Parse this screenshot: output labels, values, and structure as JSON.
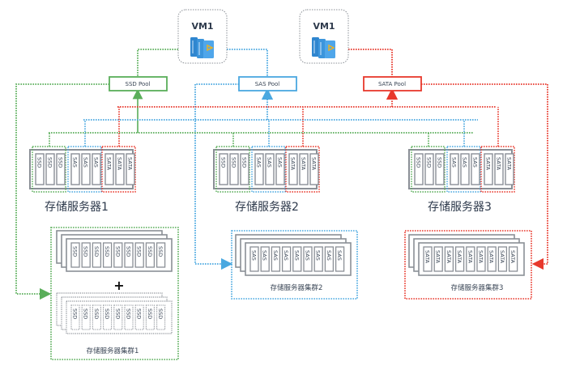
{
  "colors": {
    "ssd": "#5aae5a",
    "sas": "#4aa8e0",
    "sata": "#e8382c",
    "chassis": "#8a8f96",
    "vm_border": "#8a8f96",
    "text": "#2e3a4c"
  },
  "vms": [
    {
      "label": "VM1",
      "icon": "server-rack-icon",
      "connects_to": "SSD Pool, SAS Pool"
    },
    {
      "label": "VM1",
      "icon": "server-rack-icon",
      "connects_to": "SATA Pool"
    }
  ],
  "pools": [
    {
      "label": "SSD Pool",
      "type": "ssd"
    },
    {
      "label": "SAS Pool",
      "type": "sas"
    },
    {
      "label": "SATA Pool",
      "type": "sata"
    }
  ],
  "servers": [
    {
      "label": "存储服务器1",
      "disks": {
        "ssd": [
          "SSD",
          "SSD",
          "SSD"
        ],
        "sas": [
          "SAS",
          "SAS",
          "SAS"
        ],
        "sata": [
          "SATA",
          "SATA",
          "SATA"
        ]
      }
    },
    {
      "label": "存储服务器2",
      "disks": {
        "ssd": [
          "SSD",
          "SSD",
          "SSD"
        ],
        "sas": [
          "SAS",
          "SAS",
          "SAS"
        ],
        "sata": [
          "SATA",
          "SATA",
          "SATA"
        ]
      }
    },
    {
      "label": "存储服务器3",
      "disks": {
        "ssd": [
          "SSD",
          "SSD",
          "SSD"
        ],
        "sas": [
          "SAS",
          "SAS",
          "SAS"
        ],
        "sata": [
          "SATA",
          "SATA",
          "SATA"
        ]
      }
    }
  ],
  "clusters": [
    {
      "label": "存储服务器集群1",
      "type": "ssd",
      "disk_label": "SSD",
      "disk_count": 9,
      "plus": "+",
      "has_virtual_layer": true
    },
    {
      "label": "存储服务器集群2",
      "type": "sas",
      "disk_label": "SAS",
      "disk_count": 9,
      "has_virtual_layer": false
    },
    {
      "label": "存储服务器集群3",
      "type": "sata",
      "disk_label": "SATA",
      "disk_count": 9,
      "has_virtual_layer": false
    }
  ]
}
